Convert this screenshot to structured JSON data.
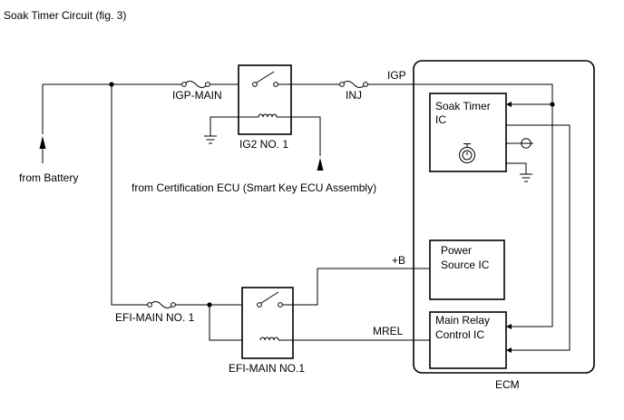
{
  "figure": {
    "title": "Soak Timer Circuit (fig. 3)"
  },
  "labels": {
    "igp_main": "IGP-MAIN",
    "inj": "INJ",
    "igp": "IGP",
    "ig2_relay": "IG2 NO. 1",
    "from_battery": "from Battery",
    "from_cert_ecu": "from Certification ECU (Smart Key ECU Assembly)",
    "plus_b": "+B",
    "mrel": "MREL",
    "efi_main_no1_fuse": "EFI-MAIN NO. 1",
    "efi_main_no1_relay": "EFI-MAIN NO.1",
    "ecm": "ECM"
  },
  "ecm_blocks": {
    "soak_timer_line1": "Soak Timer",
    "soak_timer_line2": "IC",
    "power_source_line1": "Power",
    "power_source_line2": "Source IC",
    "main_relay_line1": "Main Relay",
    "main_relay_line2": "Control IC"
  },
  "icons": {
    "fuse": "fuse-symbol",
    "relay_switch": "relay-switch-symbol",
    "relay_coil": "relay-coil-symbol",
    "ground": "ground-symbol",
    "clock": "clock-symbol",
    "power_source": "power-source-symbol",
    "arrow_up": "arrow-up"
  }
}
